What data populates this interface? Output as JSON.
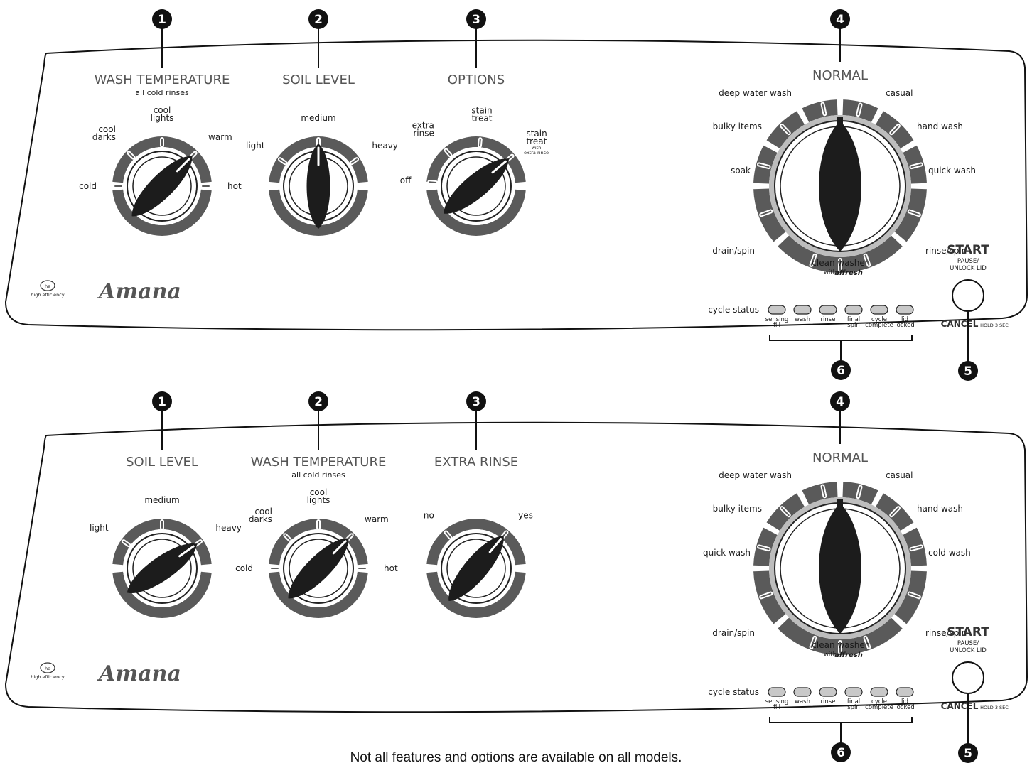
{
  "colors": {
    "ring_dark": "#5a5a5a",
    "ring_light": "#bdbdbd",
    "knob": "#1c1c1c",
    "led": "#c8c8c8",
    "panel_stroke": "#111111",
    "callout": "#111111"
  },
  "panels": [
    {
      "controls": [
        {
          "number": "1",
          "title": "WASH TEMPERATURE",
          "subtitle": "all cold rinses",
          "positions": [
            {
              "label": "cold"
            },
            {
              "label": "cool\ndarks"
            },
            {
              "label": "cool\nlights"
            },
            {
              "label": "warm"
            },
            {
              "label": "hot"
            }
          ],
          "knob_setting": "warm",
          "knob_icon": "knob-pointer-icon"
        },
        {
          "number": "2",
          "title": "SOIL LEVEL",
          "subtitle": "",
          "positions": [
            {
              "label": "light"
            },
            {
              "label": "medium"
            },
            {
              "label": "heavy"
            }
          ],
          "knob_setting": "medium",
          "knob_icon": "knob-pointer-icon"
        },
        {
          "number": "3",
          "title": "OPTIONS",
          "subtitle": "",
          "positions": [
            {
              "label": "off"
            },
            {
              "label": "extra\nrinse"
            },
            {
              "label": "stain\ntreat"
            },
            {
              "label": "stain\ntreat",
              "sub": "with\nextra rinse"
            }
          ],
          "knob_setting": "stain treat",
          "knob_icon": "knob-pointer-icon"
        }
      ],
      "cycle": {
        "number": "4",
        "title": "NORMAL",
        "labels": [
          "deep water wash",
          "casual",
          "bulky items",
          "hand wash",
          "soak",
          "quick wash",
          "drain/spin",
          "rinse/spin"
        ],
        "bottom_label": "clean washer",
        "bottom_sub": "with",
        "bottom_brand": "affresh"
      },
      "start": {
        "number": "5",
        "label": "START",
        "sub1": "PAUSE/",
        "sub2": "UNLOCK LID",
        "cancel": "CANCEL",
        "hold": "HOLD 3 SEC"
      },
      "status": {
        "number": "6",
        "label": "cycle status",
        "leds": [
          "sensing\nfill",
          "wash",
          "rinse",
          "final\nspin",
          "cycle\ncomplete",
          "lid\nlocked"
        ]
      },
      "brand": {
        "he_logo": "he",
        "he_text": "high efficiency",
        "name": "Amana"
      }
    },
    {
      "controls": [
        {
          "number": "1",
          "title": "SOIL LEVEL",
          "subtitle": "",
          "positions": [
            {
              "label": "light"
            },
            {
              "label": "medium"
            },
            {
              "label": "heavy"
            }
          ],
          "knob_setting": "heavy",
          "knob_icon": "knob-pointer-icon"
        },
        {
          "number": "2",
          "title": "WASH TEMPERATURE",
          "subtitle": "all cold rinses",
          "positions": [
            {
              "label": "cold"
            },
            {
              "label": "cool\ndarks"
            },
            {
              "label": "cool\nlights"
            },
            {
              "label": "warm"
            },
            {
              "label": "hot"
            }
          ],
          "knob_setting": "warm",
          "knob_icon": "knob-pointer-icon"
        },
        {
          "number": "3",
          "title": "EXTRA RINSE",
          "subtitle": "",
          "positions": [
            {
              "label": "no"
            },
            {
              "label": "yes"
            }
          ],
          "knob_setting": "yes",
          "knob_icon": "knob-pointer-icon"
        }
      ],
      "cycle": {
        "number": "4",
        "title": "NORMAL",
        "labels": [
          "deep water wash",
          "casual",
          "bulky items",
          "hand wash",
          "quick wash",
          "cold wash",
          "drain/spin",
          "rinse/spin"
        ],
        "bottom_label": "clean washer",
        "bottom_sub": "with",
        "bottom_brand": "affresh"
      },
      "start": {
        "number": "5",
        "label": "START",
        "sub1": "PAUSE/",
        "sub2": "UNLOCK LID",
        "cancel": "CANCEL",
        "hold": "HOLD 3 SEC"
      },
      "status": {
        "number": "6",
        "label": "cycle status",
        "leds": [
          "sensing\nfill",
          "wash",
          "rinse",
          "final\nspin",
          "cycle\ncomplete",
          "lid\nlocked"
        ]
      },
      "brand": {
        "he_logo": "he",
        "he_text": "high efficiency",
        "name": "Amana"
      }
    }
  ],
  "footer": "Not all features and options are available on all models."
}
